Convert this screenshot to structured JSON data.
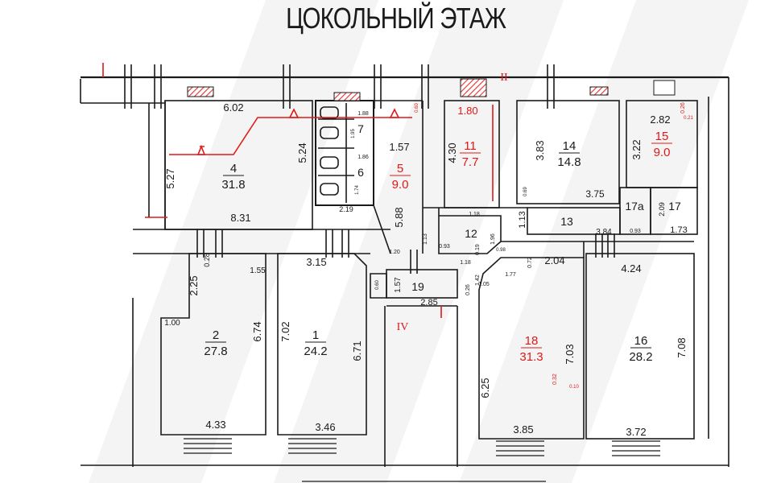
{
  "title": "ЦОКОЛЬНЫЙ ЭТАЖ",
  "colors": {
    "wall": "#1a1a1a",
    "accent": "#e01818",
    "hatch": "#e83030"
  },
  "roman": [
    "II",
    "IV"
  ],
  "rooms": [
    {
      "id": "4",
      "area": "31.8",
      "red": false
    },
    {
      "id": "5",
      "area": "9.0",
      "red": true
    },
    {
      "id": "6",
      "area": "",
      "red": false
    },
    {
      "id": "7",
      "area": "",
      "red": false
    },
    {
      "id": "11",
      "area": "7.7",
      "red": true
    },
    {
      "id": "14",
      "area": "14.8",
      "red": false
    },
    {
      "id": "15",
      "area": "9.0",
      "red": true
    },
    {
      "id": "17а",
      "area": "",
      "red": false
    },
    {
      "id": "17",
      "area": "",
      "red": false
    },
    {
      "id": "13",
      "area": "",
      "red": false
    },
    {
      "id": "12",
      "area": "",
      "red": false
    },
    {
      "id": "19",
      "area": "",
      "red": false
    },
    {
      "id": "2",
      "area": "27.8",
      "red": false
    },
    {
      "id": "1",
      "area": "24.2",
      "red": false
    },
    {
      "id": "18",
      "area": "31.3",
      "red": true
    },
    {
      "id": "16",
      "area": "28.2",
      "red": false
    }
  ],
  "dimensions": [
    "6.02",
    "5.27",
    "5.24",
    "8.31",
    "1.57",
    "1.88",
    "1.95",
    "1.86",
    "1.74",
    "2.19",
    "5.88",
    "1.80",
    "4.30",
    "3.83",
    "3.75",
    "2.82",
    "3.22",
    "1.13",
    "1.18",
    "1.13",
    "0.93",
    "0.19",
    "1.96",
    "3.84",
    "2.09",
    "0.93",
    "1.73",
    "2.25",
    "0.28",
    "1.55",
    "1.00",
    "6.74",
    "4.33",
    "3.15",
    "7.02",
    "6.71",
    "3.46",
    "1.57",
    "2.85",
    "0.72",
    "2.04",
    "4.24",
    "1.77",
    "1.42",
    "6.25",
    "7.03",
    "7.08",
    "3.85",
    "3.72",
    "0.26",
    "0.21",
    "0.60",
    "0.32",
    "0.10",
    "0.60",
    "1.20",
    "0.26",
    "1.05",
    "0.69",
    "1.18",
    "0.98"
  ]
}
